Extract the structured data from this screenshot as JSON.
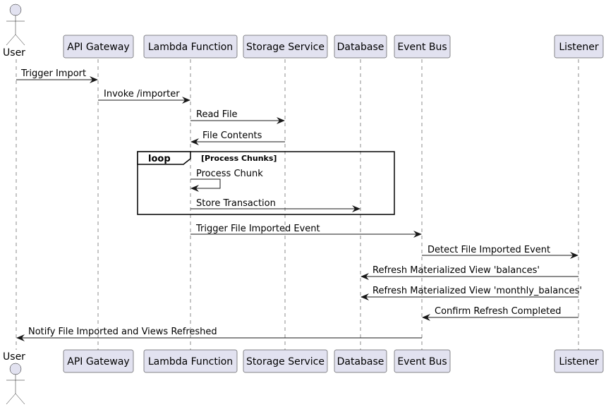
{
  "diagram": {
    "type": "sequence",
    "actor": {
      "label": "User"
    },
    "participants": [
      {
        "id": "gateway",
        "label": "API Gateway"
      },
      {
        "id": "lambda",
        "label": "Lambda Function"
      },
      {
        "id": "storage",
        "label": "Storage Service"
      },
      {
        "id": "db",
        "label": "Database"
      },
      {
        "id": "bus",
        "label": "Event Bus"
      },
      {
        "id": "listener",
        "label": "Listener"
      }
    ],
    "loop": {
      "label": "loop",
      "guard": "[Process Chunks]"
    },
    "messages": [
      {
        "from": "user",
        "to": "gateway",
        "label": "Trigger Import"
      },
      {
        "from": "gateway",
        "to": "lambda",
        "label": "Invoke /importer"
      },
      {
        "from": "lambda",
        "to": "storage",
        "label": "Read File"
      },
      {
        "from": "storage",
        "to": "lambda",
        "label": "File Contents"
      },
      {
        "from": "lambda",
        "to": "lambda",
        "label": "Process Chunk"
      },
      {
        "from": "lambda",
        "to": "db",
        "label": "Store Transaction"
      },
      {
        "from": "lambda",
        "to": "bus",
        "label": "Trigger File Imported Event"
      },
      {
        "from": "bus",
        "to": "listener",
        "label": "Detect File Imported Event"
      },
      {
        "from": "listener",
        "to": "db",
        "label": "Refresh Materialized View 'balances'"
      },
      {
        "from": "listener",
        "to": "db",
        "label": "Refresh Materialized View 'monthly_balances'"
      },
      {
        "from": "listener",
        "to": "bus",
        "label": "Confirm Refresh Completed"
      },
      {
        "from": "bus",
        "to": "user",
        "label": "Notify File Imported and Views Refreshed"
      }
    ]
  }
}
